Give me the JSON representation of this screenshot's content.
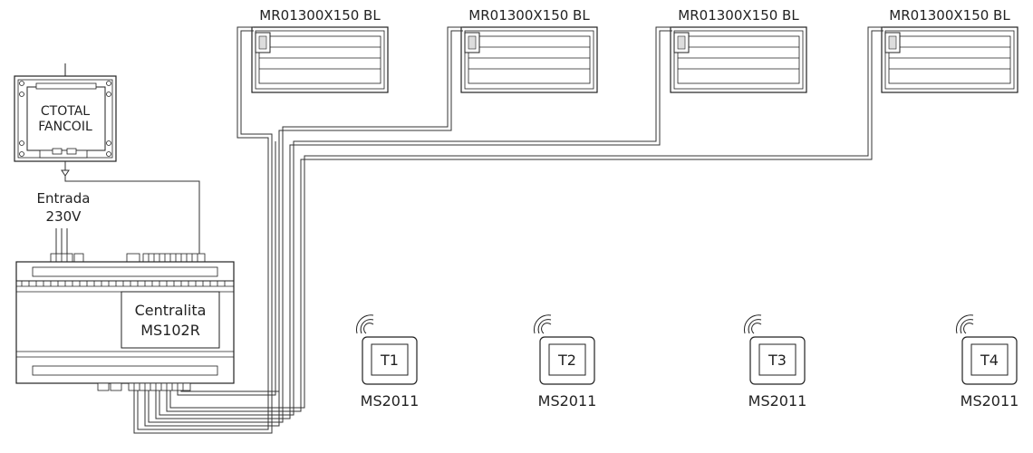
{
  "grilles": [
    {
      "model": "MR01300X150 BL"
    },
    {
      "model": "MR01300X150 BL"
    },
    {
      "model": "MR01300X150 BL"
    },
    {
      "model": "MR01300X150 BL"
    }
  ],
  "fancoil_module": {
    "line1": "CTOTAL",
    "line2": "FANCOIL"
  },
  "power_input": {
    "line1": "Entrada",
    "line2": "230V"
  },
  "controller": {
    "line1": "Centralita",
    "line2": "MS102R"
  },
  "thermostats": [
    {
      "label": "T1",
      "model": "MS2011"
    },
    {
      "label": "T2",
      "model": "MS2011"
    },
    {
      "label": "T3",
      "model": "MS2011"
    },
    {
      "label": "T4",
      "model": "MS2011"
    }
  ]
}
